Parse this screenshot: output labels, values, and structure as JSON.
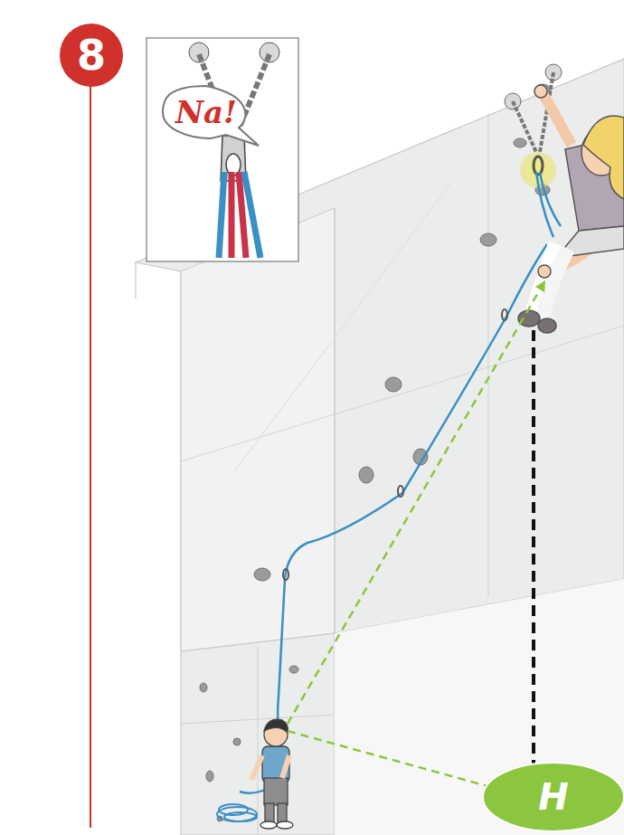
{
  "diagram": {
    "nodes": [
      {
        "text": [
          "8"
        ]
      },
      {
        "text": [
          "Na!"
        ]
      },
      {
        "text": [
          "H"
        ]
      }
    ]
  }
}
